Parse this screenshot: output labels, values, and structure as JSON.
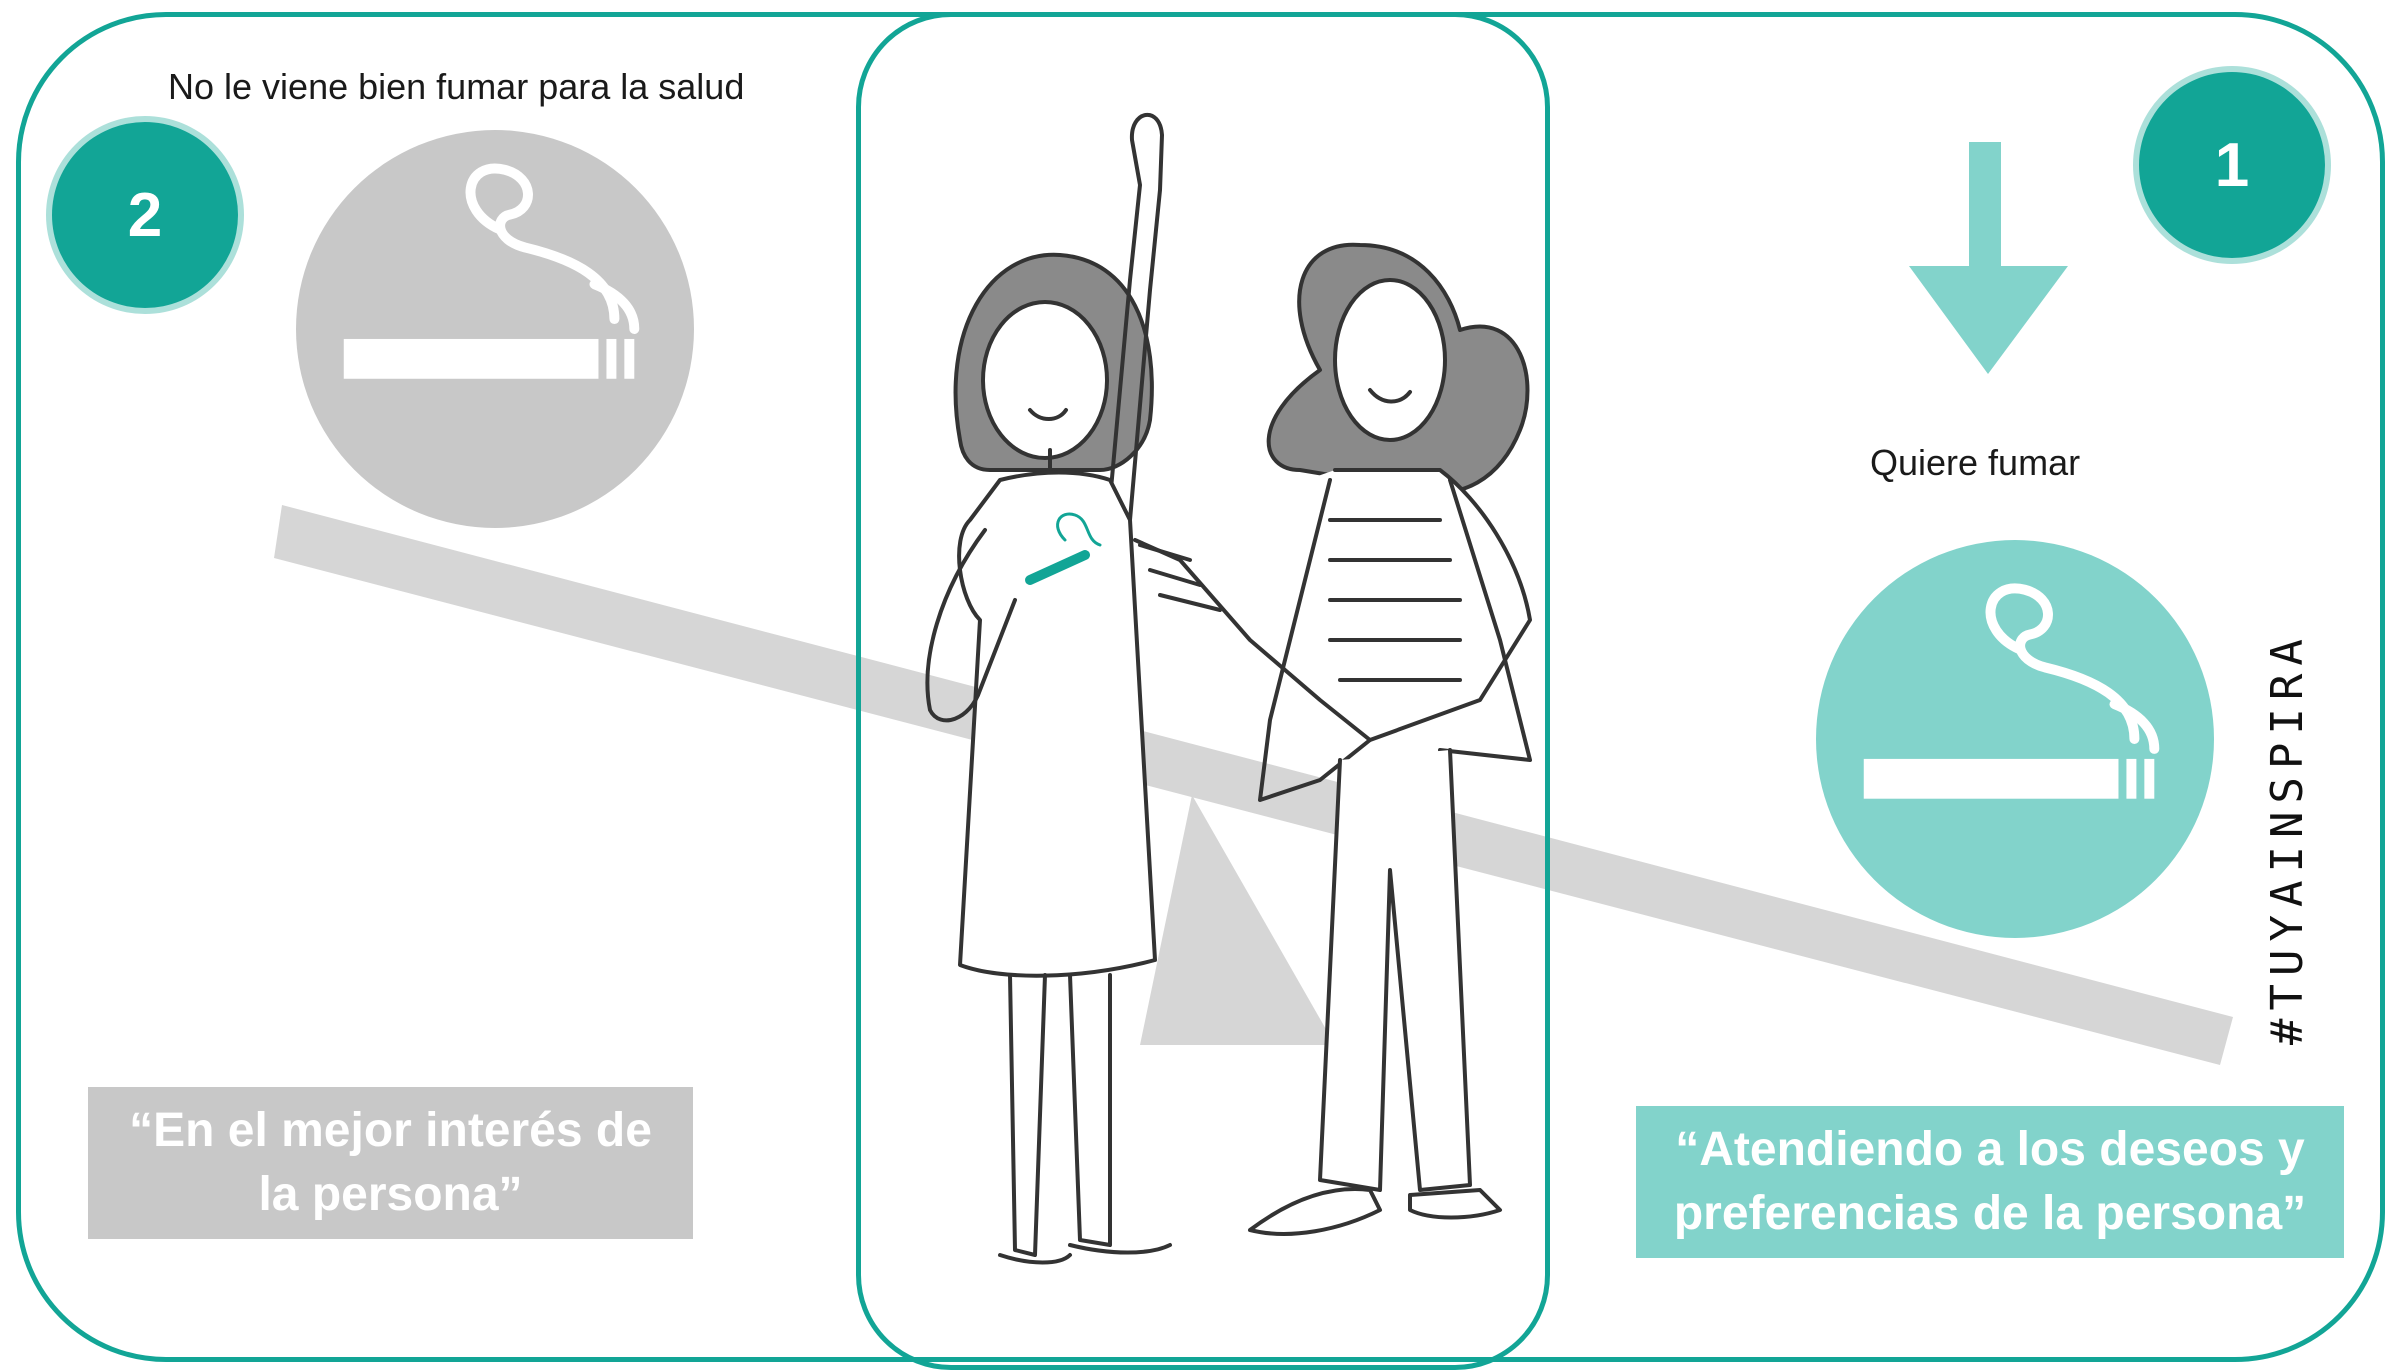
{
  "left": {
    "caption": "No le viene bien fumar para la salud",
    "badge": "2",
    "icon": "smoking-icon",
    "quote": "“En el mejor interés de la persona”",
    "color": "#c8c8c8"
  },
  "right": {
    "caption": "Quiere fumar",
    "badge": "1",
    "icon": "smoking-icon",
    "arrow": "arrow-down-icon",
    "quote": "“Atendiendo a los deseos y preferencias de la persona”",
    "color": "#82d3cb"
  },
  "hashtag": "#TUYAINSPIRA",
  "colors": {
    "teal": "#12a596",
    "light_teal": "#82d3cb",
    "grey": "#c8c8c8",
    "seesaw": "#d6d6d6"
  }
}
